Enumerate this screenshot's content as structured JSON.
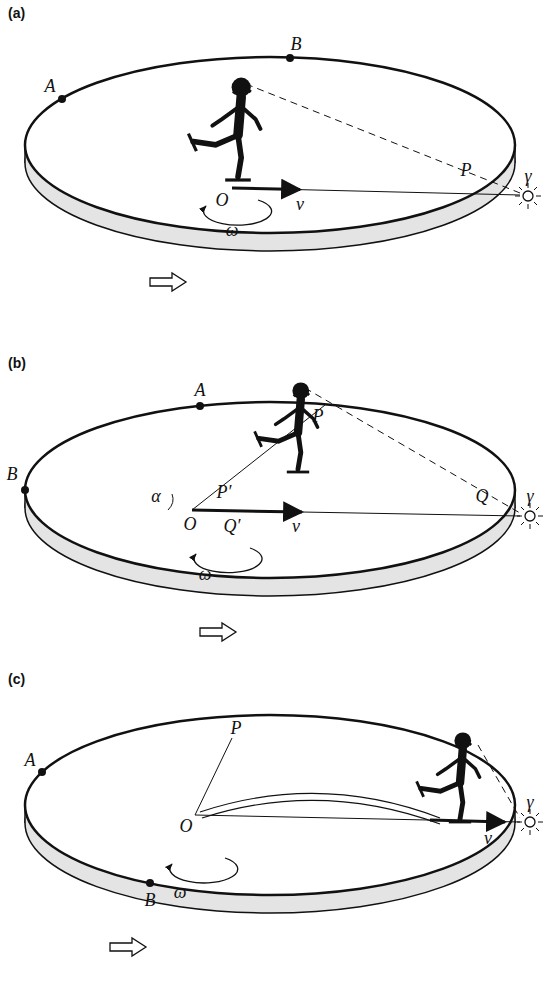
{
  "diagram": {
    "labels": [
      "(a)",
      "A",
      "B",
      "P",
      "O",
      "v",
      "ω",
      "γ",
      "(b)",
      "A",
      "B",
      "P",
      "P′",
      "Q",
      "Q′",
      "α",
      "O",
      "v",
      "ω",
      "γ",
      "(c)",
      "P",
      "A",
      "O",
      "v",
      "ω",
      "γ",
      "B"
    ]
  }
}
